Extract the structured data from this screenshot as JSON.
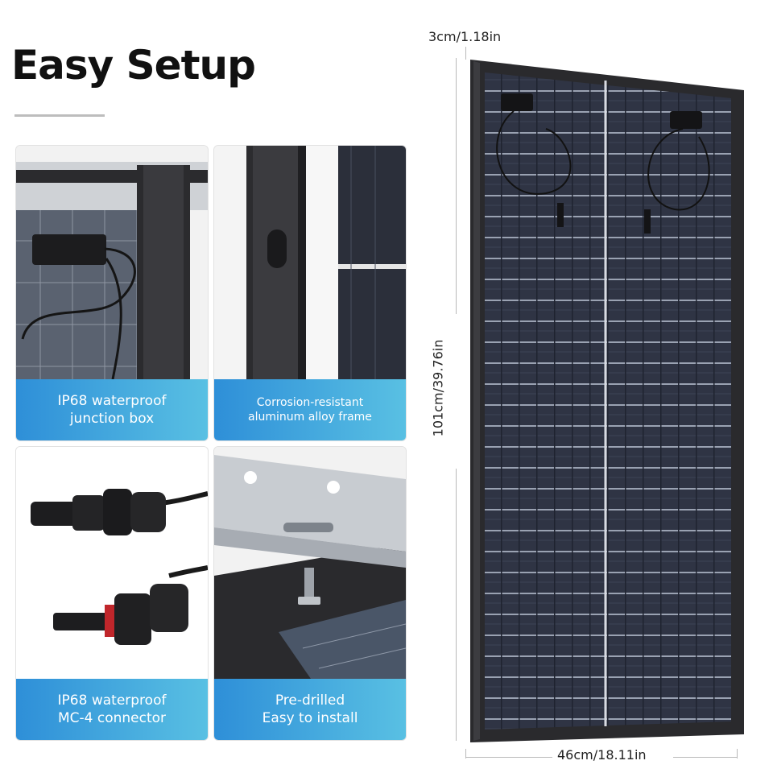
{
  "title": "Easy Setup",
  "features": [
    {
      "line1": "IP68 waterproof",
      "line2": "junction box"
    },
    {
      "line1": "Corrosion-resistant",
      "line2": "aluminum alloy frame"
    },
    {
      "line1": "IP68 waterproof",
      "line2": "MC-4 connector"
    },
    {
      "line1": "Pre-drilled",
      "line2": "Easy to install"
    }
  ],
  "dimensions": {
    "thickness": "3cm/1.18in",
    "height": "101cm/39.76in",
    "width": "46cm/18.11in"
  },
  "colors": {
    "caption_gradient_start": "#2e8fd8",
    "caption_gradient_end": "#59c0e3",
    "panel_frame": "#2a2a2d",
    "panel_cells": "#2d3140"
  }
}
